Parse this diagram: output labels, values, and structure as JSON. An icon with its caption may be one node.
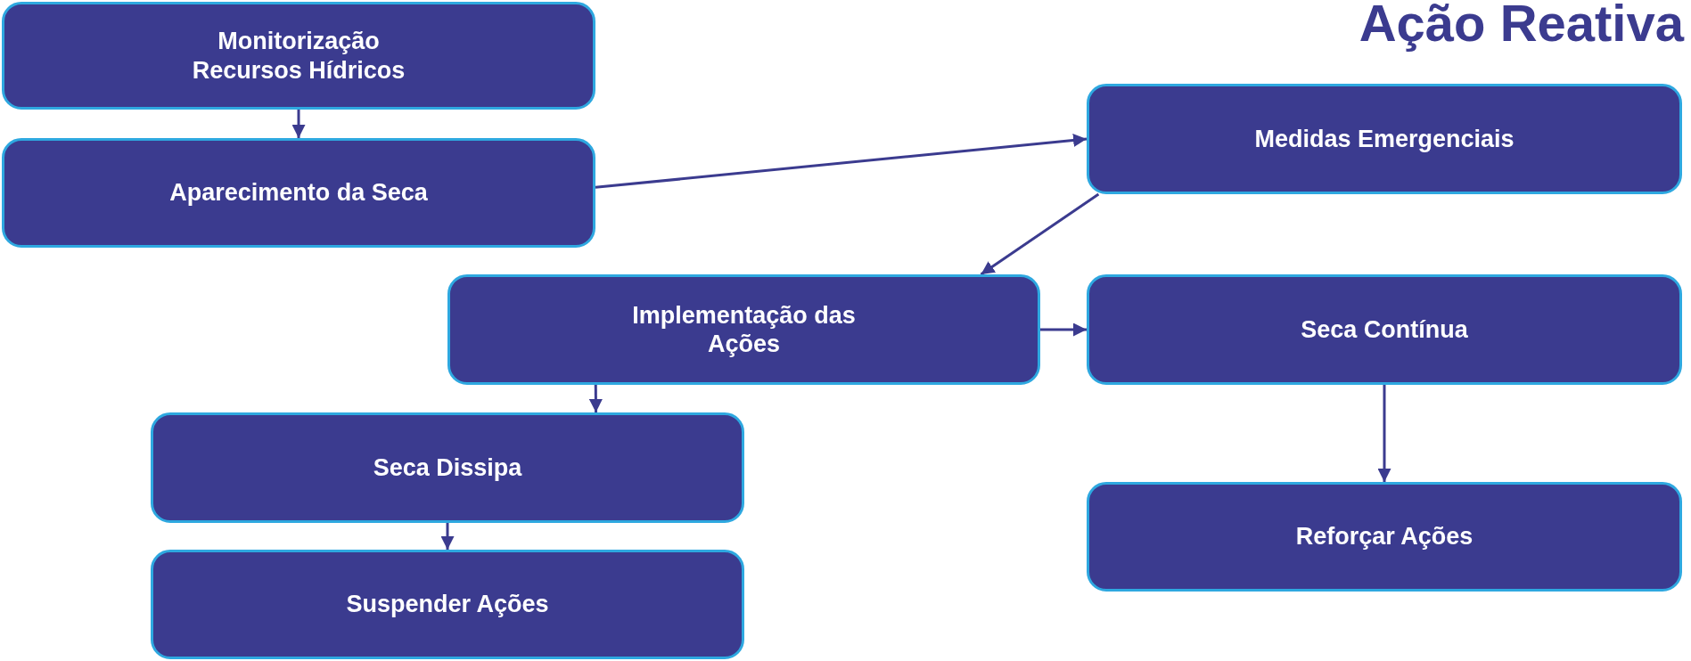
{
  "diagram": {
    "title": "Ação Reativa",
    "nodes": [
      {
        "text": [
          "Monitorização Recursos Hídricos"
        ]
      },
      {
        "text": [
          "Aparecimento da Seca"
        ]
      },
      {
        "text": [
          "Medidas Emergenciais"
        ]
      },
      {
        "text": [
          "Implementação das Ações"
        ]
      },
      {
        "text": [
          "Seca Contínua"
        ]
      },
      {
        "text": [
          "Seca Dissipa"
        ]
      },
      {
        "text": [
          "Reforçar Ações"
        ]
      },
      {
        "text": [
          "Suspender Ações"
        ]
      }
    ],
    "edges": [
      {
        "from": 0,
        "to": 1,
        "arrow": "to"
      },
      {
        "from": 1,
        "to": 2,
        "arrow": "to"
      },
      {
        "from": 2,
        "to": 3,
        "arrow": "to"
      },
      {
        "from": 3,
        "to": 4,
        "arrow": "to"
      },
      {
        "from": 3,
        "to": 5,
        "arrow": "to"
      },
      {
        "from": 4,
        "to": 6,
        "arrow": "to"
      },
      {
        "from": 5,
        "to": 7,
        "arrow": "to"
      }
    ]
  }
}
